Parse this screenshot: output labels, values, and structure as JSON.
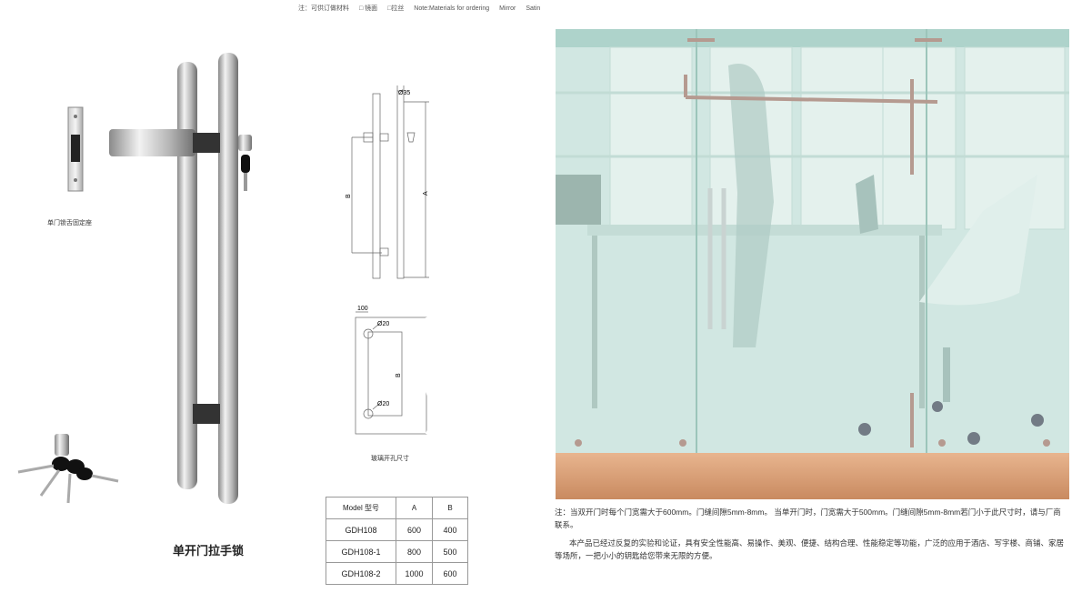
{
  "top_note": {
    "prefix": "注：可供订做材料",
    "opt1": "□ 镜面",
    "opt2": "□拉丝",
    "en": "Note:Materials for ordering",
    "mirror": "Mirror",
    "satin": "Satin"
  },
  "labels": {
    "strike_plate": "单门锁舌固定座",
    "glass_hole": "玻璃开孔尺寸",
    "product_title": "单开门拉手锁"
  },
  "drawing": {
    "dia35": "Ø35",
    "dim_a": "A",
    "dim_b": "B",
    "offset": "100",
    "dia20_top": "Ø20",
    "dia20_bottom": "Ø20"
  },
  "table": {
    "headers": [
      "Model  型号",
      "A",
      "B"
    ],
    "rows": [
      [
        "GDH108",
        "600",
        "400"
      ],
      [
        "GDH108-1",
        "800",
        "500"
      ],
      [
        "GDH108-2",
        "1000",
        "600"
      ]
    ]
  },
  "footer": {
    "note": "注：当双开门时每个门宽需大于600mm。门缝间隙5mm-8mm。 当单开门时，门宽需大于500mm。门缝间隙5mm-8mm若门小于此尺寸时，请与厂商联系。",
    "description": "本产品已经过反复的实验和论证，具有安全性能高、易操作、美观、便捷、结构合理、性能稳定等功能，广泛的应用于酒店、写字楼、商铺、家居等场所，一把小小的钥匙给您带来无限的方便。"
  }
}
